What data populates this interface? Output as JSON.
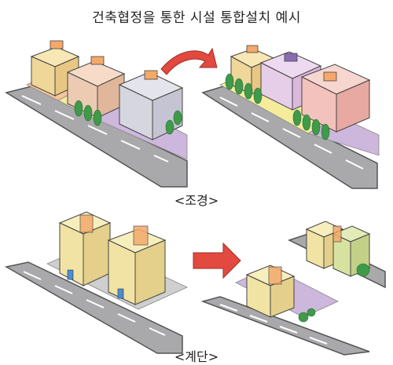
{
  "title": "건축협정을 통한 시설 통합설치 예시",
  "captions": {
    "landscape": "<조경>",
    "stairs": "<계단>"
  },
  "colors": {
    "road": "#a9a9ab",
    "road_edge": "#5a5a5a",
    "lane": "#ffffff",
    "lot_orange": "#f6c49a",
    "lot_yellow": "#f4ec9c",
    "lot_purple": "#cdb7dd",
    "lot_pink": "#f3c2c2",
    "pavement": "#cfcfcf",
    "tree": "#3f9a4a",
    "arrow": "#e2493f",
    "stair_orange": "#f4a96a"
  }
}
